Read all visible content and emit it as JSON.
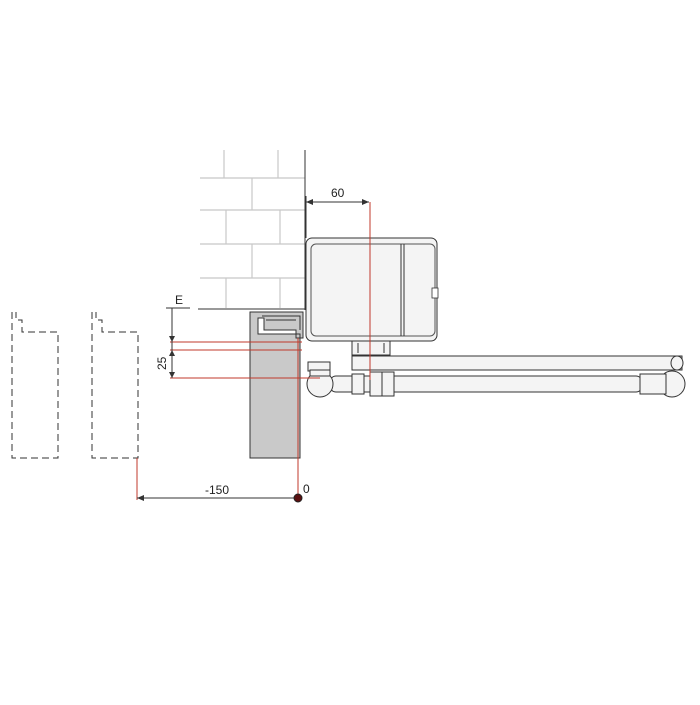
{
  "dimensions": {
    "top_offset": "60",
    "side_label": "E",
    "vertical_offset": "25",
    "horizontal_offset": "-150",
    "origin": "0"
  },
  "colors": {
    "dimension_line": "#c0392b",
    "frame_fill": "#c9c9c9",
    "brick": "#c8c8c8",
    "outline": "#333333"
  }
}
